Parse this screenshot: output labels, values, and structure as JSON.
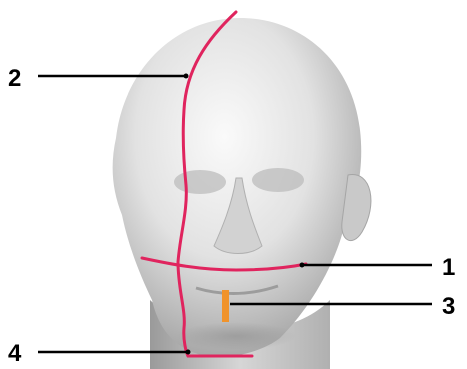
{
  "callouts": [
    {
      "id": "1",
      "label": "1",
      "color": "#e0245e"
    },
    {
      "id": "2",
      "label": "2",
      "color": "#e0245e"
    },
    {
      "id": "3",
      "label": "3",
      "color": "#f0932b"
    },
    {
      "id": "4",
      "label": "4",
      "color": "#e0245e"
    }
  ],
  "colors": {
    "positioning_line": "#e0245e",
    "bite_marker": "#f0932b",
    "leader_line": "#000000",
    "head_light": "#f6f6f6",
    "head_mid": "#dcdcdc",
    "head_shadow": "#9e9e9e"
  },
  "icons": {
    "head": "mannequin-head-illustration"
  }
}
